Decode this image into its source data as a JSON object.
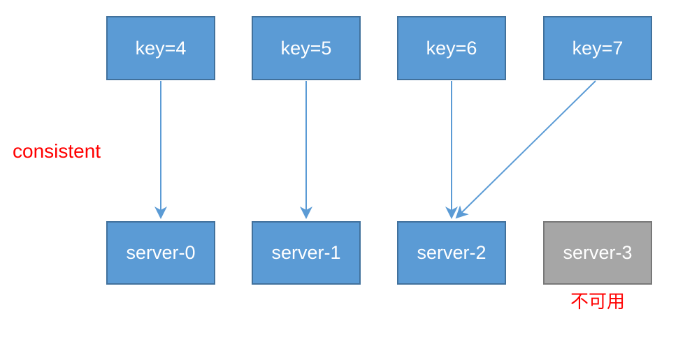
{
  "diagram": {
    "title_semantics": "consistent hashing key to server mapping with one unavailable server",
    "keys": [
      {
        "label": "key=4"
      },
      {
        "label": "key=5"
      },
      {
        "label": "key=6"
      },
      {
        "label": "key=7"
      }
    ],
    "servers": [
      {
        "label": "server-0",
        "status": "available"
      },
      {
        "label": "server-1",
        "status": "available"
      },
      {
        "label": "server-2",
        "status": "available"
      },
      {
        "label": "server-3",
        "status": "unavailable"
      }
    ],
    "edges": [
      {
        "from": "key=4",
        "to": "server-0"
      },
      {
        "from": "key=5",
        "to": "server-1"
      },
      {
        "from": "key=6",
        "to": "server-2"
      },
      {
        "from": "key=7",
        "to": "server-2"
      }
    ],
    "annotations": {
      "consistent_label": "consistent",
      "unavailable_label": "不可用"
    },
    "colors": {
      "box_fill": "#5B9BD5",
      "box_border": "#41719C",
      "gray_fill": "#A6A6A6",
      "gray_border": "#787878",
      "arrow": "#5B9BD5",
      "annotation": "#FF0000",
      "box_text": "#FFFFFF"
    }
  }
}
